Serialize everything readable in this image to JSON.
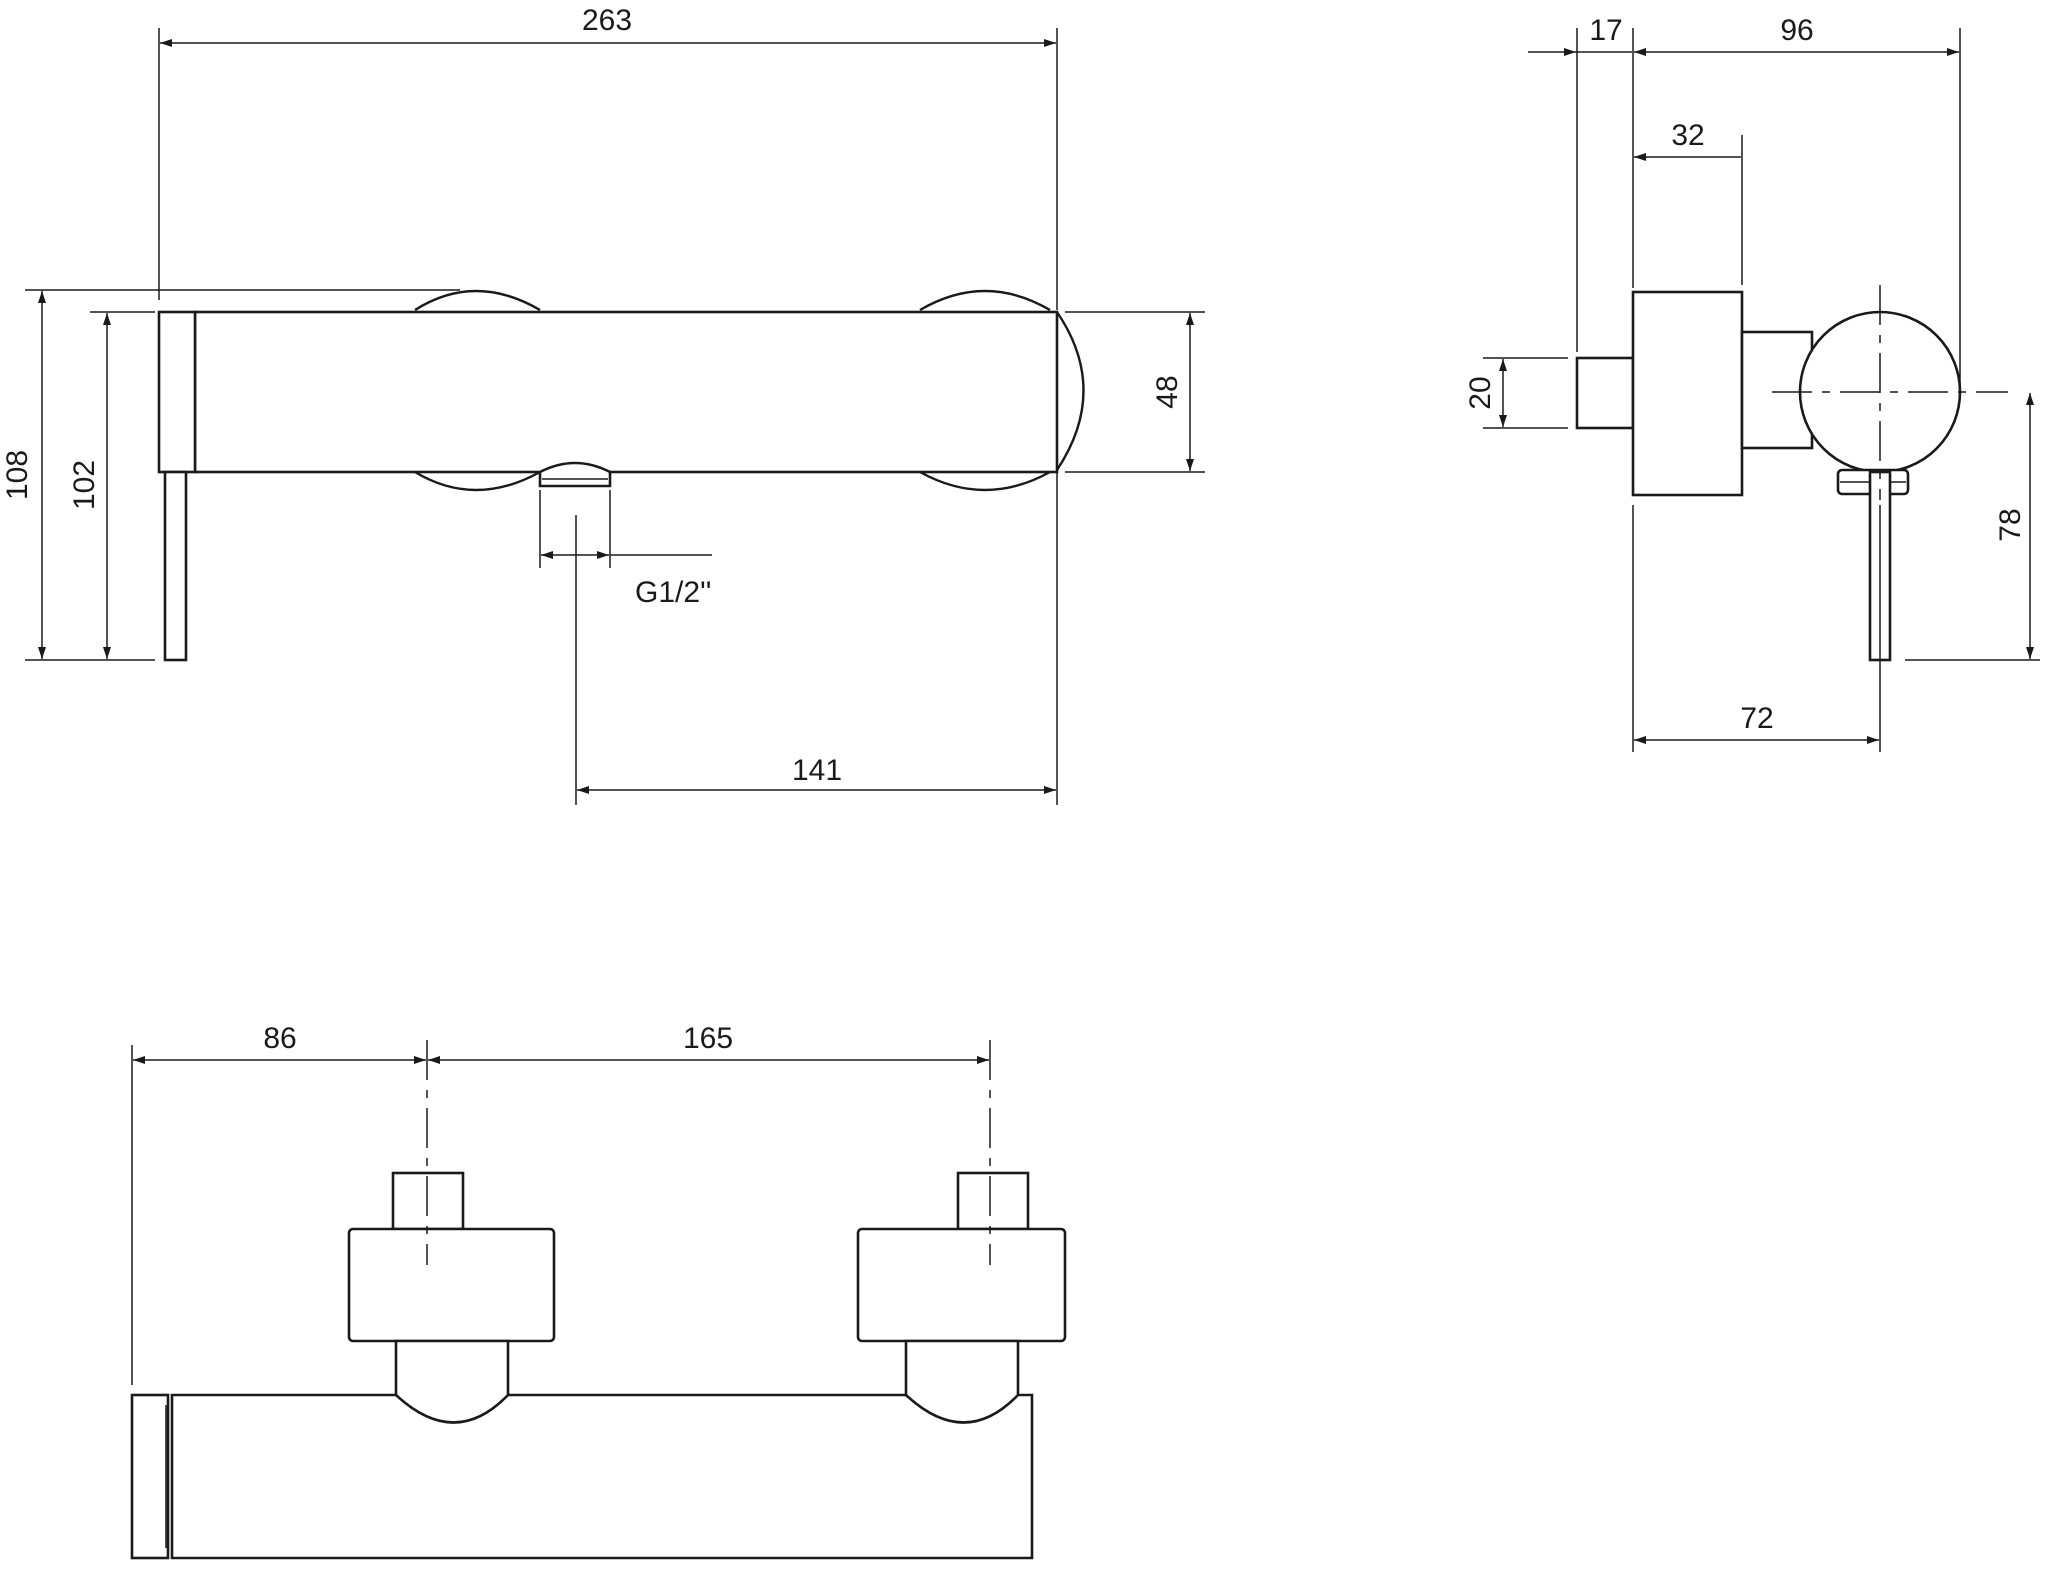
{
  "dimensions": {
    "overall_length": "263",
    "wall_offset": "17",
    "depth": "96",
    "body_offset": "32",
    "body_height": "48",
    "height_total": "108",
    "handle_height": "102",
    "outlet_thread": "G1/2''",
    "outlet_distance": "141",
    "inlet_height": "20",
    "handle_drop": "78",
    "outlet_depth": "72",
    "inlet_offset": "86",
    "inlet_spacing": "165"
  }
}
